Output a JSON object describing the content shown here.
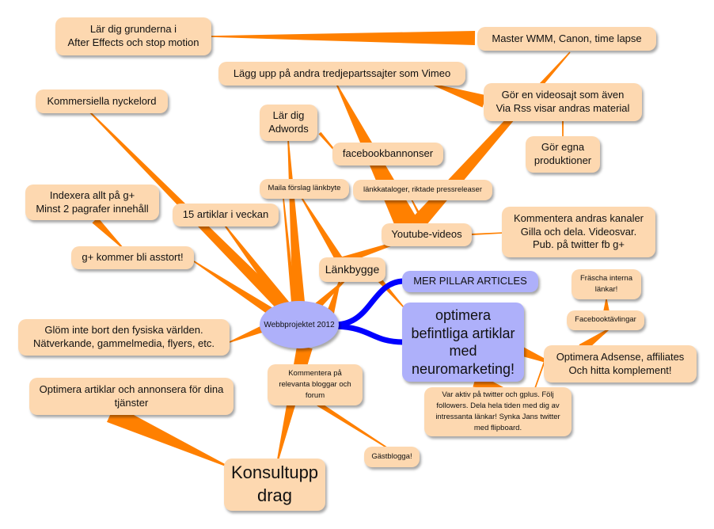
{
  "title": "Webbprojektet 2012 mind map",
  "colors": {
    "branch": "#ff8000",
    "node_fill": "#fdd8b0",
    "central_fill": "#aeb0fa",
    "blue_branch": "#0000ff"
  },
  "central": {
    "label": "Webbprojektet 2012"
  },
  "nodes": {
    "after_effects": {
      "label": "Lär dig grunderna i\nAfter Effects och stop motion"
    },
    "master_wmm": {
      "label": "Master WMM, Canon, time lapse"
    },
    "vimeo": {
      "label": "Lägg upp på andra tredjepartssajter som Vimeo"
    },
    "videosajt": {
      "label": "Gör en videosajt som även\nVia Rss visar andras material"
    },
    "egna_produktioner": {
      "label": "Gör egna\nproduktioner"
    },
    "kommersiella": {
      "label": "Kommersiella nyckelord"
    },
    "adwords": {
      "label": "Lär dig\nAdwords"
    },
    "facebookbannonser": {
      "label": "facebookbannonser"
    },
    "maila": {
      "label": "Maila förslag länkbyte"
    },
    "lankkataloger": {
      "label": "länkkataloger, riktade pressreleaser"
    },
    "indexera": {
      "label": "Indexera allt på g+\nMinst 2 pagrafer innehåll"
    },
    "artiklar15": {
      "label": "15 artiklar i veckan"
    },
    "youtube": {
      "label": "Youtube-videos"
    },
    "kommentera_kanaler": {
      "label": "Kommentera andras kanaler\nGilla och dela. Videosvar.\nPub. på twitter  fb g+"
    },
    "gplus": {
      "label": "g+ kommer bli asstort!"
    },
    "lankbygge": {
      "label": "Länkbygge"
    },
    "mer_pillar": {
      "label": "MER PILLAR ARTICLES"
    },
    "frascha": {
      "label": "Fräscha interna\nlänkar!"
    },
    "facebooktavlingar": {
      "label": "Facebooktävlingar"
    },
    "optimera_befintliga": {
      "label": "optimera\nbefintliga artiklar\nmed\nneuromarketing!"
    },
    "glom_inte": {
      "label": "Glöm inte bort den fysiska världen.\nNätverkande, gammelmedia, flyers, etc."
    },
    "optimera_adsense": {
      "label": "Optimera Adsense, affiliates\nOch hitta komplement!"
    },
    "kommentera_bloggar": {
      "label": "Kommentera på\nrelevanta bloggar och\nforum"
    },
    "optimera_tjanster": {
      "label": "Optimera artiklar och annonsera för dina\ntjänster"
    },
    "var_aktiv": {
      "label": "Var aktiv på twitter och gplus. Följ\nfollowers. Dela hela tiden med dig av\nintressanta länkar! Synka Jans twitter\nmed flipboard."
    },
    "gastblogga": {
      "label": "Gästblogga!"
    },
    "konsultuppdrag": {
      "label": "Konsultupp\ndrag"
    }
  }
}
